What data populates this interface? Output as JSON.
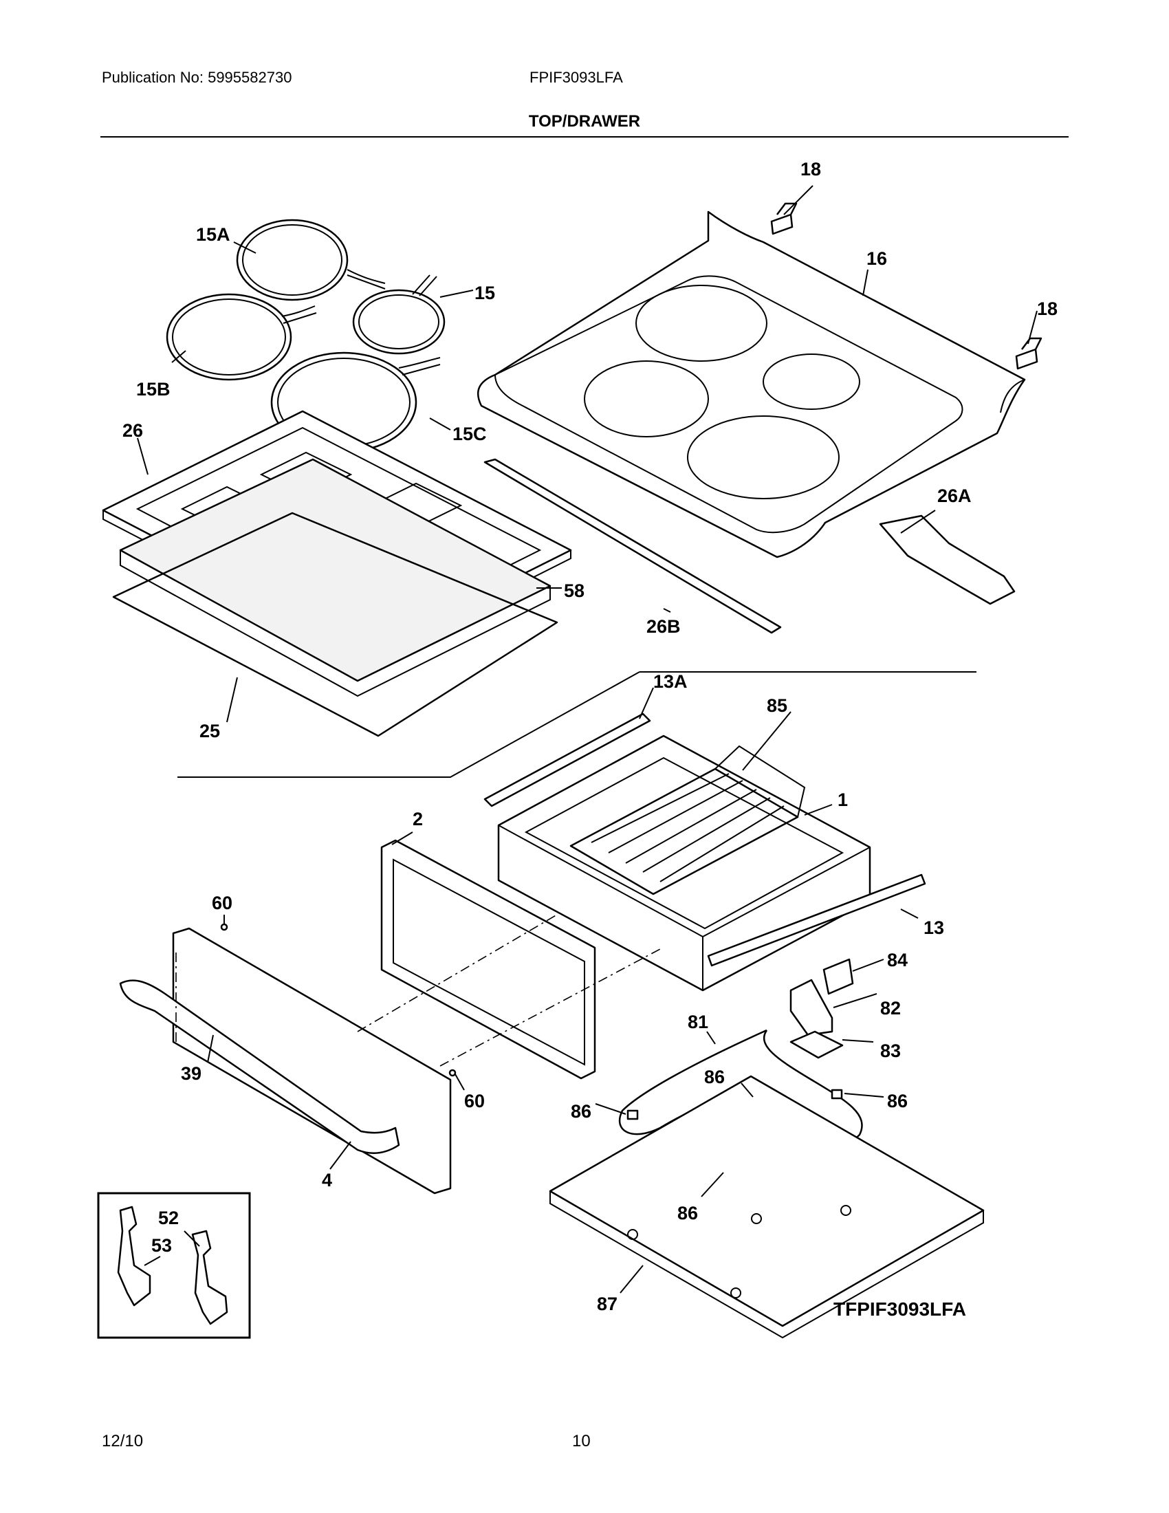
{
  "header": {
    "publication": "Publication No: 5995582730",
    "model": "FPIF3093LFA",
    "section_title": "TOP/DRAWER"
  },
  "footer": {
    "date": "12/10",
    "page_number": "10"
  },
  "diagram": {
    "figure_id": "TFPIF3093LFA",
    "callouts": {
      "c18a": "18",
      "c16": "16",
      "c18b": "18",
      "c15a": "15A",
      "c15": "15",
      "c15b": "15B",
      "c15c": "15C",
      "c26": "26",
      "c26a": "26A",
      "c26b": "26B",
      "c58": "58",
      "c25": "25",
      "c13a": "13A",
      "c85": "85",
      "c1": "1",
      "c2": "2",
      "c13": "13",
      "c60a": "60",
      "c60b": "60",
      "c84": "84",
      "c82": "82",
      "c81": "81",
      "c83": "83",
      "c86a": "86",
      "c86b": "86",
      "c86c": "86",
      "c86d": "86",
      "c39": "39",
      "c4": "4",
      "c52": "52",
      "c53": "53",
      "c87": "87"
    }
  }
}
